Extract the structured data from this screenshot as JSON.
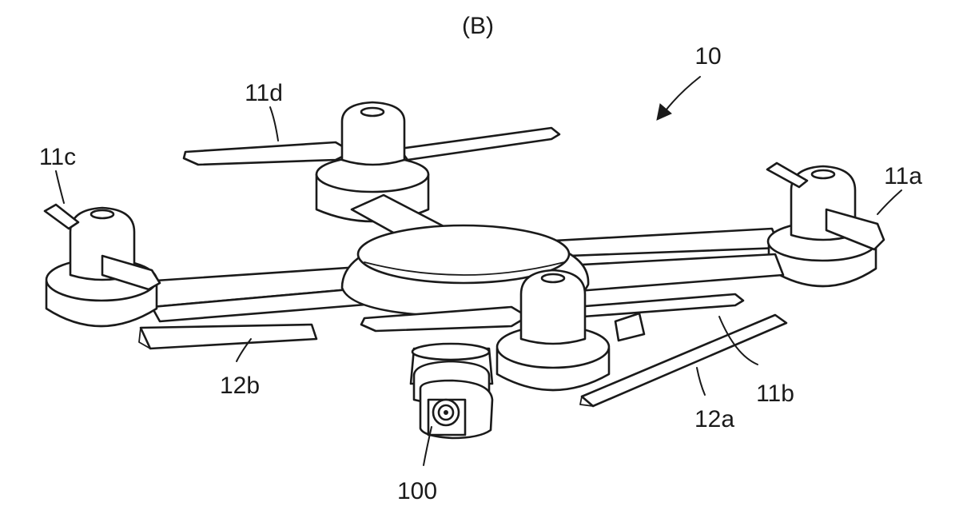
{
  "figure": {
    "panel_label": "(B)",
    "labels": {
      "drone": "10",
      "rotor_a": "11a",
      "rotor_b": "11b",
      "rotor_c": "11c",
      "rotor_d": "11d",
      "skid_a": "12a",
      "skid_b": "12b",
      "camera": "100"
    }
  }
}
